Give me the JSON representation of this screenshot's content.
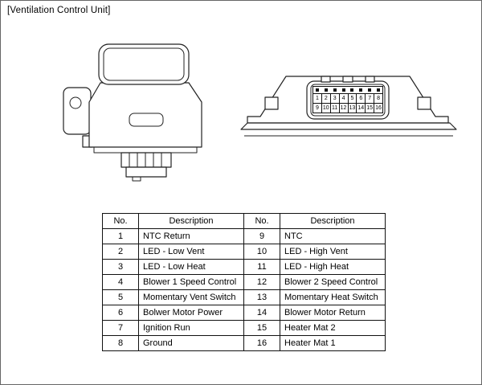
{
  "page": {
    "title": "[Ventilation Control Unit]"
  },
  "connector": {
    "pins_row1": [
      "1",
      "2",
      "3",
      "4",
      "5",
      "6",
      "7",
      "8"
    ],
    "pins_row2": [
      "9",
      "10",
      "11",
      "12",
      "13",
      "14",
      "15",
      "16"
    ]
  },
  "table": {
    "headers": [
      "No.",
      "Description",
      "No.",
      "Description"
    ],
    "rows": [
      [
        "1",
        "NTC Return",
        "9",
        "NTC"
      ],
      [
        "2",
        "LED - Low Vent",
        "10",
        "LED - High Vent"
      ],
      [
        "3",
        "LED - Low Heat",
        "11",
        "LED - High Heat"
      ],
      [
        "4",
        "Blower 1 Speed Control",
        "12",
        "Blower 2 Speed Control"
      ],
      [
        "5",
        "Momentary Vent Switch",
        "13",
        "Momentary Heat Switch"
      ],
      [
        "6",
        "Bolwer Motor Power",
        "14",
        "Blower Motor Return"
      ],
      [
        "7",
        "Ignition Run",
        "15",
        "Heater Mat 2"
      ],
      [
        "8",
        "Ground",
        "16",
        "Heater Mat 1"
      ]
    ]
  }
}
